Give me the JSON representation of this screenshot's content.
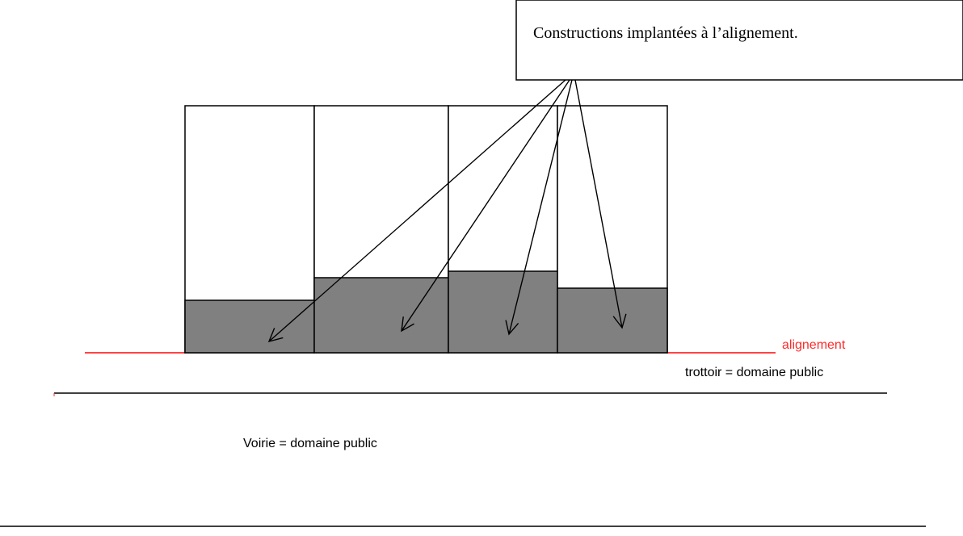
{
  "callout": {
    "text": "Constructions implantées à l’alignement."
  },
  "labels": {
    "alignement": "alignement",
    "trottoir": "trottoir = domaine public",
    "voirie": "Voirie = domaine public"
  },
  "colors": {
    "alignement_line": "#ff2a2a",
    "alignement_text": "#ff2a2a",
    "building_fill": "#ffffff",
    "building_ground_floor_fill": "#808080",
    "line": "#000000"
  }
}
